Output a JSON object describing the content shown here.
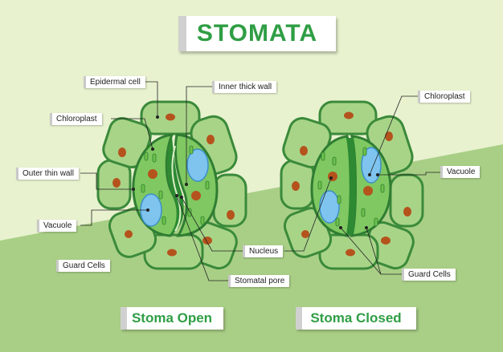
{
  "title": "STOMATA",
  "colors": {
    "background_light": "#e8f2cf",
    "background_dark": "#a9cf86",
    "cell_fill": "#a8d488",
    "cell_border": "#3a8a3a",
    "guard_cell": "#3f9a3f",
    "vacuole": "#7ec4ef",
    "nucleus": "#b5531c",
    "chloroplast": "#6cc04a"
  },
  "labels": {
    "epidermal_cell": "Epidermal cell",
    "chloroplast_left": "Chloroplast",
    "inner_thick_wall": "Inner thick wall",
    "outer_thin_wall": "Outer thin wall",
    "vacuole_left": "Vacuole",
    "guard_cells_left": "Guard Cells",
    "nucleus": "Nucleus",
    "stomatal_pore": "Stomatal pore",
    "chloroplast_right": "Chloroplast",
    "vacuole_right": "Vacuole",
    "guard_cells_right": "Guard Cells"
  },
  "captions": {
    "open": "Stoma Open",
    "closed": "Stoma Closed"
  }
}
